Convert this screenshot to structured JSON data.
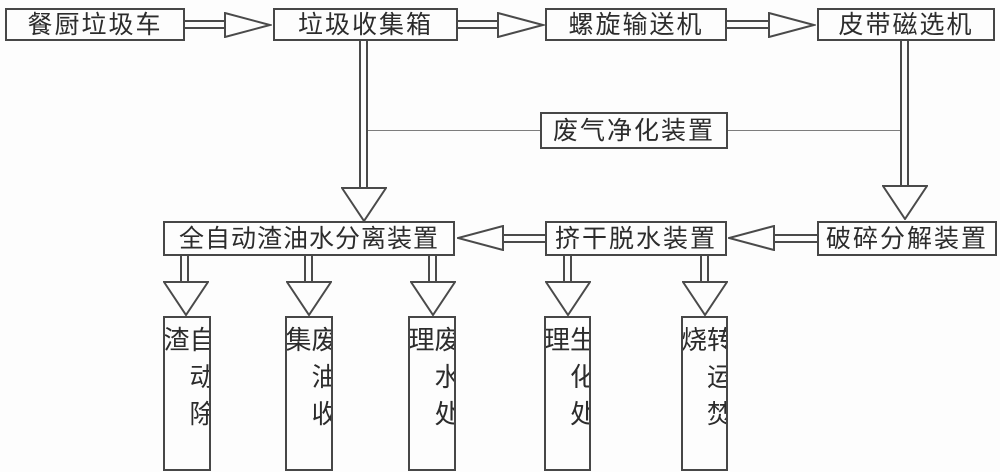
{
  "colors": {
    "background": "#fdfdfd",
    "box_border": "#474747",
    "connector_line": "#4a4a4a",
    "thin_gas_line": "#7d7d7d",
    "text": "#2c2c2c"
  },
  "diagram": {
    "type": "flowchart",
    "language": "zh-CN",
    "description_visible_text_only": true,
    "nodes": {
      "truck": {
        "label": "餐厨垃圾车"
      },
      "collector": {
        "label": "垃圾收集箱"
      },
      "screw_conveyor": {
        "label": "螺旋输送机"
      },
      "magnetic_separator": {
        "label": "皮带磁选机"
      },
      "gas_purifier": {
        "label": "废气净化装置"
      },
      "oil_water_separator": {
        "label": "全自动渣油水分离装置"
      },
      "dewatering": {
        "label": "挤干脱水装置"
      },
      "crusher": {
        "label": "破碎分解装置"
      },
      "slag_removal": {
        "label": "自动除渣"
      },
      "oil_collection": {
        "label": "废油收集"
      },
      "water_treatment": {
        "label": "废水处理"
      },
      "biochemical": {
        "label": "生化处理"
      },
      "incineration": {
        "label": "转运焚烧"
      }
    },
    "edges": [
      {
        "from": "truck",
        "to": "collector",
        "style": "double-line-hollow-arrow",
        "direction": "right"
      },
      {
        "from": "collector",
        "to": "screw_conveyor",
        "style": "double-line-hollow-arrow",
        "direction": "right"
      },
      {
        "from": "screw_conveyor",
        "to": "magnetic_separator",
        "style": "double-line-hollow-arrow",
        "direction": "right"
      },
      {
        "from": "collector",
        "to": "oil_water_separator",
        "style": "double-line-hollow-arrow",
        "direction": "down"
      },
      {
        "from": "magnetic_separator",
        "to": "crusher",
        "style": "double-line-hollow-arrow",
        "direction": "down"
      },
      {
        "from": "collector",
        "to": "gas_purifier",
        "style": "thin-line",
        "direction": "right"
      },
      {
        "from": "magnetic_separator",
        "to": "gas_purifier",
        "style": "thin-line",
        "direction": "left"
      },
      {
        "from": "crusher",
        "to": "dewatering",
        "style": "double-line-hollow-arrow",
        "direction": "left"
      },
      {
        "from": "dewatering",
        "to": "oil_water_separator",
        "style": "double-line-hollow-arrow",
        "direction": "left"
      },
      {
        "from": "oil_water_separator",
        "to": "slag_removal",
        "style": "double-line-hollow-arrow",
        "direction": "down"
      },
      {
        "from": "oil_water_separator",
        "to": "oil_collection",
        "style": "double-line-hollow-arrow",
        "direction": "down"
      },
      {
        "from": "oil_water_separator",
        "to": "water_treatment",
        "style": "double-line-hollow-arrow",
        "direction": "down"
      },
      {
        "from": "dewatering",
        "to": "biochemical",
        "style": "double-line-hollow-arrow",
        "direction": "down"
      },
      {
        "from": "dewatering",
        "to": "incineration",
        "style": "double-line-hollow-arrow",
        "direction": "down"
      }
    ]
  }
}
